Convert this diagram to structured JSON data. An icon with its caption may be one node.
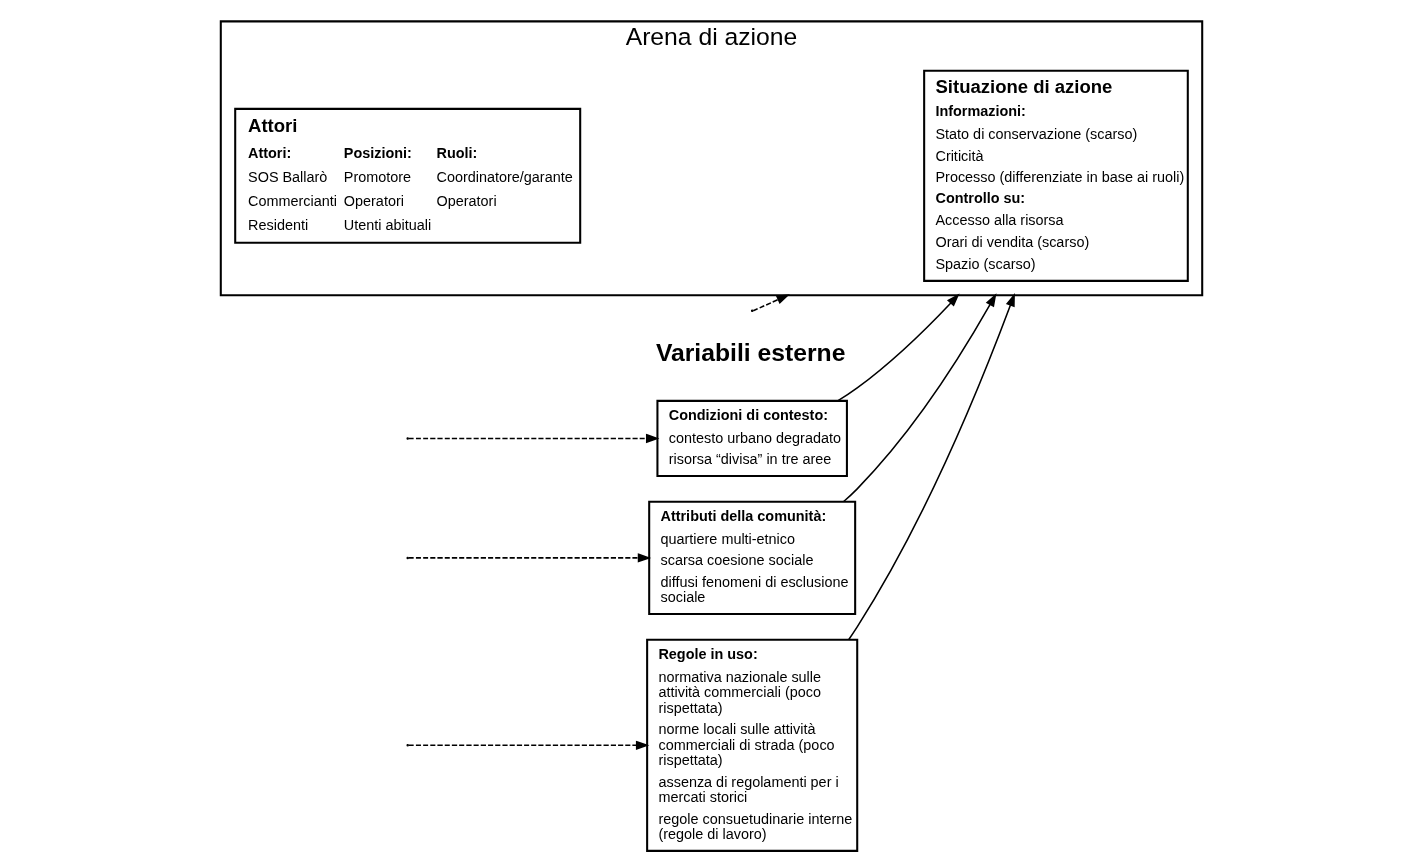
{
  "diagram": {
    "nodes": [
      {
        "text": [
          "Condizioni di contesto:",
          "contesto urbano degradato",
          "risorsa “divisa” in tre aree"
        ]
      },
      {
        "text": [
          "Attributi della comunità:",
          "quartiere multi-etnico",
          "scarsa coesione sociale",
          "diffusi fenomeni di esclusione sociale"
        ]
      },
      {
        "text": [
          "Regole in uso:",
          "normativa nazionale sulle attività commerciali (poco rispettata)",
          "norme locali sulle attività commerciali di strada (poco rispettata)",
          "assenza di regolamenti per i mercati storici",
          "regole consuetudinarie interne (regole di lavoro)"
        ]
      },
      {
        "text": [
          "Arena di azione"
        ]
      },
      {
        "text": [
          "Situazione di azione",
          "Informazioni:",
          "Stato di conservazione (scarso)",
          "Criticità",
          "Processo (differenziate in base ai ruoli)",
          "Controllo su:",
          "Accesso alla risorsa",
          "Orari di vendita (scarso)",
          "Spazio (scarso)"
        ],
        "in": 3
      },
      {
        "text": [
          "Attori",
          "Attori:",
          "Posizioni:",
          "Ruoli:",
          "SOS Ballarò",
          "Promotore",
          "Coordinatore/garante",
          "Commercianti",
          "Operatori",
          "Operatori",
          "Residenti",
          "Utenti abituali"
        ],
        "in": 3
      }
    ],
    "edges": [
      {
        "from": 0,
        "to": 3,
        "arrow": "to"
      },
      {
        "from": 1,
        "to": 3,
        "arrow": "to"
      },
      {
        "from": 2,
        "to": 3,
        "arrow": "to"
      },
      {
        "from": null,
        "to": 0,
        "arrow": "to",
        "style": "dashed"
      },
      {
        "from": null,
        "to": 1,
        "arrow": "to",
        "style": "dashed"
      },
      {
        "from": null,
        "to": 2,
        "arrow": "to",
        "style": "dashed"
      },
      {
        "from": null,
        "to": 3,
        "arrow": "to",
        "style": "dashed"
      }
    ],
    "labels": [
      "Variabili esterne"
    ]
  }
}
